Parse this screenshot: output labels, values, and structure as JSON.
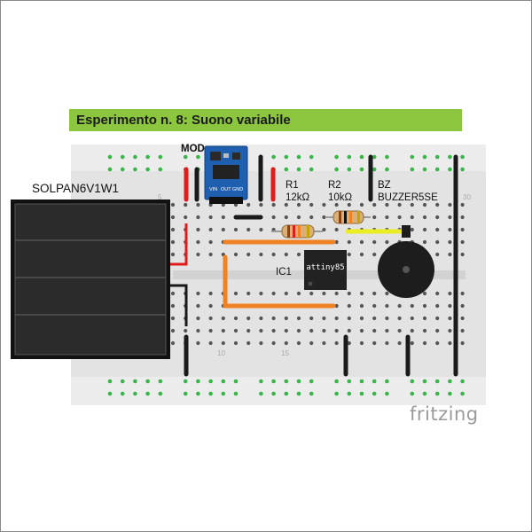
{
  "title": "Esperimento n. 8: Suono variabile",
  "components": {
    "solar_panel": {
      "ref": "SOLPAN6V1W1"
    },
    "module": {
      "ref": "MOD",
      "pins": [
        "VIN",
        "OUT",
        "GND"
      ]
    },
    "r1": {
      "ref": "R1",
      "value": "12kΩ"
    },
    "r2": {
      "ref": "R2",
      "value": "10kΩ"
    },
    "buzzer": {
      "ref": "BZ",
      "name": "BUZZER5SE"
    },
    "ic": {
      "ref": "IC1",
      "name": "attiny85"
    }
  },
  "column_numbers": [
    "5",
    "10",
    "15",
    "30"
  ],
  "brand": "fritzing",
  "colors": {
    "title_bar": "#8cc63f",
    "board": "#e6e6e6",
    "hole_green": "#39b54a",
    "wire_red": "#e01d1d",
    "wire_black": "#1a1a1a",
    "wire_orange": "#f08224",
    "wire_yellow": "#ecec22",
    "module_blue": "#1f5fb0"
  }
}
